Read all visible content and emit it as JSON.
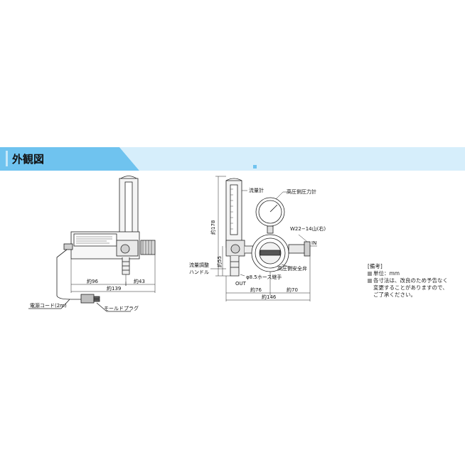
{
  "section": {
    "title": "外観図"
  },
  "colors": {
    "banner": "#6fc3ef",
    "banner_light": "#d6eefb",
    "line": "#222222",
    "gray": "#9a9a9a"
  },
  "left_view": {
    "dims": {
      "w1": "約96",
      "w2": "約43",
      "w3": "約139"
    },
    "labels": {
      "cord": "電源コード(2m)",
      "plug": "モールドプラグ"
    }
  },
  "right_view": {
    "labels": {
      "flowmeter": "流量計",
      "hp_gauge": "高圧側圧力計",
      "inlet_thread": "W22−14山(右)",
      "inlet": "IN",
      "flow_handle_1": "流量調整",
      "flow_handle_2": "ハンドル",
      "hp_safety": "高圧側安全弁",
      "hose": "φ8.5ホース継手",
      "outlet": "OUT"
    },
    "dims": {
      "height": "約178",
      "mid": "約55",
      "w_left": "約76",
      "w_right": "約70",
      "total": "約146"
    }
  },
  "notes": {
    "heading": "[備考]",
    "items": [
      {
        "text": "単位：mm"
      },
      {
        "text": "各寸法は、改良のため予告なく"
      }
    ],
    "continuation": [
      "変更することがありますので、",
      "ご了承ください。"
    ]
  }
}
